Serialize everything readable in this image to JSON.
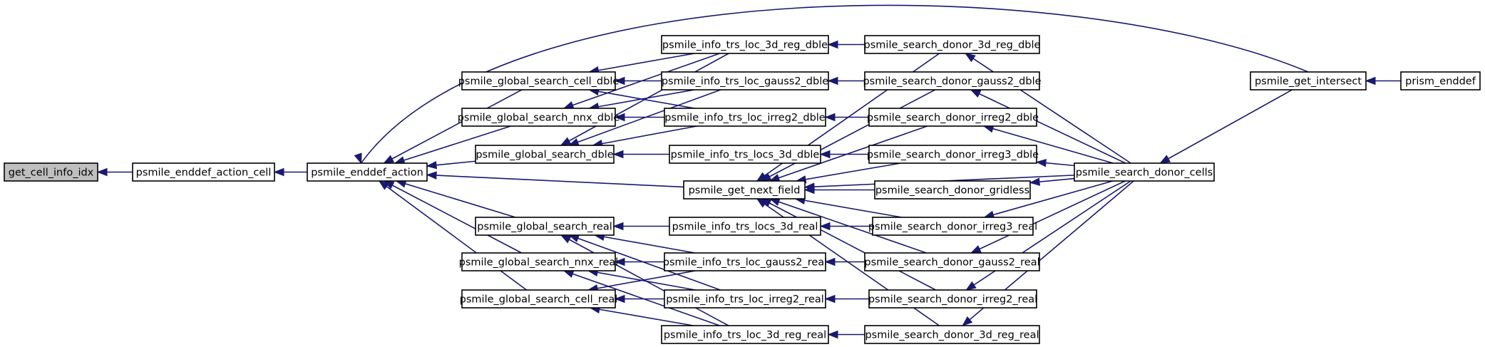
{
  "nodes": [
    {
      "id": "get_cell_info_idx",
      "label": "get_cell_info_idx",
      "focus": true
    },
    {
      "id": "psmile_enddef_action_cell",
      "label": "psmile_enddef_action_cell"
    },
    {
      "id": "psmile_enddef_action",
      "label": "psmile_enddef_action"
    },
    {
      "id": "psmile_global_search_cell_dble",
      "label": "psmile_global_search_cell_dble"
    },
    {
      "id": "psmile_global_search_nnx_dble",
      "label": "psmile_global_search_nnx_dble"
    },
    {
      "id": "psmile_global_search_dble",
      "label": "psmile_global_search_dble"
    },
    {
      "id": "psmile_global_search_real",
      "label": "psmile_global_search_real"
    },
    {
      "id": "psmile_global_search_nnx_real",
      "label": "psmile_global_search_nnx_real"
    },
    {
      "id": "psmile_global_search_cell_real",
      "label": "psmile_global_search_cell_real"
    },
    {
      "id": "psmile_info_trs_loc_3d_reg_dble",
      "label": "psmile_info_trs_loc_3d_reg_dble"
    },
    {
      "id": "psmile_info_trs_loc_gauss2_dble",
      "label": "psmile_info_trs_loc_gauss2_dble"
    },
    {
      "id": "psmile_info_trs_loc_irreg2_dble",
      "label": "psmile_info_trs_loc_irreg2_dble"
    },
    {
      "id": "psmile_info_trs_locs_3d_dble",
      "label": "psmile_info_trs_locs_3d_dble"
    },
    {
      "id": "psmile_get_next_field",
      "label": "psmile_get_next_field"
    },
    {
      "id": "psmile_info_trs_locs_3d_real",
      "label": "psmile_info_trs_locs_3d_real"
    },
    {
      "id": "psmile_info_trs_loc_gauss2_real",
      "label": "psmile_info_trs_loc_gauss2_real"
    },
    {
      "id": "psmile_info_trs_loc_irreg2_real",
      "label": "psmile_info_trs_loc_irreg2_real"
    },
    {
      "id": "psmile_info_trs_loc_3d_reg_real",
      "label": "psmile_info_trs_loc_3d_reg_real"
    },
    {
      "id": "psmile_search_donor_3d_reg_dble",
      "label": "psmile_search_donor_3d_reg_dble"
    },
    {
      "id": "psmile_search_donor_gauss2_dble",
      "label": "psmile_search_donor_gauss2_dble"
    },
    {
      "id": "psmile_search_donor_irreg2_dble",
      "label": "psmile_search_donor_irreg2_dble"
    },
    {
      "id": "psmile_search_donor_irreg3_dble",
      "label": "psmile_search_donor_irreg3_dble"
    },
    {
      "id": "psmile_search_donor_gridless",
      "label": "psmile_search_donor_gridless"
    },
    {
      "id": "psmile_search_donor_irreg3_real",
      "label": "psmile_search_donor_irreg3_real"
    },
    {
      "id": "psmile_search_donor_gauss2_real",
      "label": "psmile_search_donor_gauss2_real"
    },
    {
      "id": "psmile_search_donor_irreg2_real",
      "label": "psmile_search_donor_irreg2_real"
    },
    {
      "id": "psmile_search_donor_3d_reg_real",
      "label": "psmile_search_donor_3d_reg_real"
    },
    {
      "id": "psmile_search_donor_cells",
      "label": "psmile_search_donor_cells"
    },
    {
      "id": "psmile_get_intersect",
      "label": "psmile_get_intersect"
    },
    {
      "id": "prism_enddef",
      "label": "prism_enddef"
    }
  ],
  "edges": [
    {
      "from": "psmile_enddef_action_cell",
      "to": "get_cell_info_idx"
    },
    {
      "from": "psmile_enddef_action",
      "to": "psmile_enddef_action_cell"
    },
    {
      "from": "psmile_global_search_cell_dble",
      "to": "psmile_enddef_action"
    },
    {
      "from": "psmile_global_search_nnx_dble",
      "to": "psmile_enddef_action"
    },
    {
      "from": "psmile_global_search_dble",
      "to": "psmile_enddef_action"
    },
    {
      "from": "psmile_global_search_real",
      "to": "psmile_enddef_action"
    },
    {
      "from": "psmile_global_search_nnx_real",
      "to": "psmile_enddef_action"
    },
    {
      "from": "psmile_global_search_cell_real",
      "to": "psmile_enddef_action"
    },
    {
      "from": "psmile_get_next_field",
      "to": "psmile_enddef_action"
    },
    {
      "from": "psmile_get_intersect",
      "to": "psmile_enddef_action"
    },
    {
      "from": "psmile_info_trs_loc_3d_reg_dble",
      "to": "psmile_global_search_cell_dble"
    },
    {
      "from": "psmile_info_trs_loc_gauss2_dble",
      "to": "psmile_global_search_cell_dble"
    },
    {
      "from": "psmile_info_trs_loc_irreg2_dble",
      "to": "psmile_global_search_cell_dble"
    },
    {
      "from": "psmile_info_trs_loc_3d_reg_dble",
      "to": "psmile_global_search_nnx_dble"
    },
    {
      "from": "psmile_info_trs_loc_gauss2_dble",
      "to": "psmile_global_search_nnx_dble"
    },
    {
      "from": "psmile_info_trs_loc_irreg2_dble",
      "to": "psmile_global_search_nnx_dble"
    },
    {
      "from": "psmile_info_trs_loc_3d_reg_dble",
      "to": "psmile_global_search_dble"
    },
    {
      "from": "psmile_info_trs_loc_gauss2_dble",
      "to": "psmile_global_search_dble"
    },
    {
      "from": "psmile_info_trs_loc_irreg2_dble",
      "to": "psmile_global_search_dble"
    },
    {
      "from": "psmile_info_trs_locs_3d_dble",
      "to": "psmile_global_search_dble"
    },
    {
      "from": "psmile_info_trs_locs_3d_real",
      "to": "psmile_global_search_real"
    },
    {
      "from": "psmile_info_trs_loc_gauss2_real",
      "to": "psmile_global_search_real"
    },
    {
      "from": "psmile_info_trs_loc_irreg2_real",
      "to": "psmile_global_search_real"
    },
    {
      "from": "psmile_info_trs_loc_3d_reg_real",
      "to": "psmile_global_search_real"
    },
    {
      "from": "psmile_info_trs_loc_gauss2_real",
      "to": "psmile_global_search_nnx_real"
    },
    {
      "from": "psmile_info_trs_loc_irreg2_real",
      "to": "psmile_global_search_nnx_real"
    },
    {
      "from": "psmile_info_trs_loc_3d_reg_real",
      "to": "psmile_global_search_nnx_real"
    },
    {
      "from": "psmile_info_trs_loc_gauss2_real",
      "to": "psmile_global_search_cell_real"
    },
    {
      "from": "psmile_info_trs_loc_irreg2_real",
      "to": "psmile_global_search_cell_real"
    },
    {
      "from": "psmile_info_trs_loc_3d_reg_real",
      "to": "psmile_global_search_cell_real"
    },
    {
      "from": "psmile_search_donor_3d_reg_dble",
      "to": "psmile_info_trs_loc_3d_reg_dble"
    },
    {
      "from": "psmile_search_donor_gauss2_dble",
      "to": "psmile_info_trs_loc_gauss2_dble"
    },
    {
      "from": "psmile_search_donor_irreg2_dble",
      "to": "psmile_info_trs_loc_irreg2_dble"
    },
    {
      "from": "psmile_search_donor_irreg3_dble",
      "to": "psmile_info_trs_locs_3d_dble"
    },
    {
      "from": "psmile_search_donor_irreg3_real",
      "to": "psmile_info_trs_locs_3d_real"
    },
    {
      "from": "psmile_search_donor_gauss2_real",
      "to": "psmile_info_trs_loc_gauss2_real"
    },
    {
      "from": "psmile_search_donor_irreg2_real",
      "to": "psmile_info_trs_loc_irreg2_real"
    },
    {
      "from": "psmile_search_donor_3d_reg_real",
      "to": "psmile_info_trs_loc_3d_reg_real"
    },
    {
      "from": "psmile_search_donor_3d_reg_dble",
      "to": "psmile_get_next_field"
    },
    {
      "from": "psmile_search_donor_gauss2_dble",
      "to": "psmile_get_next_field"
    },
    {
      "from": "psmile_search_donor_irreg2_dble",
      "to": "psmile_get_next_field"
    },
    {
      "from": "psmile_search_donor_irreg3_dble",
      "to": "psmile_get_next_field"
    },
    {
      "from": "psmile_search_donor_gridless",
      "to": "psmile_get_next_field"
    },
    {
      "from": "psmile_search_donor_irreg3_real",
      "to": "psmile_get_next_field"
    },
    {
      "from": "psmile_search_donor_gauss2_real",
      "to": "psmile_get_next_field"
    },
    {
      "from": "psmile_search_donor_irreg2_real",
      "to": "psmile_get_next_field"
    },
    {
      "from": "psmile_search_donor_3d_reg_real",
      "to": "psmile_get_next_field"
    },
    {
      "from": "psmile_search_donor_cells",
      "to": "psmile_get_next_field"
    },
    {
      "from": "psmile_search_donor_cells",
      "to": "psmile_search_donor_3d_reg_dble"
    },
    {
      "from": "psmile_search_donor_cells",
      "to": "psmile_search_donor_gauss2_dble"
    },
    {
      "from": "psmile_search_donor_cells",
      "to": "psmile_search_donor_irreg2_dble"
    },
    {
      "from": "psmile_search_donor_cells",
      "to": "psmile_search_donor_irreg3_dble"
    },
    {
      "from": "psmile_search_donor_cells",
      "to": "psmile_search_donor_gridless"
    },
    {
      "from": "psmile_search_donor_cells",
      "to": "psmile_search_donor_irreg3_real"
    },
    {
      "from": "psmile_search_donor_cells",
      "to": "psmile_search_donor_gauss2_real"
    },
    {
      "from": "psmile_search_donor_cells",
      "to": "psmile_search_donor_irreg2_real"
    },
    {
      "from": "psmile_search_donor_cells",
      "to": "psmile_search_donor_3d_reg_real"
    },
    {
      "from": "psmile_get_intersect",
      "to": "psmile_search_donor_cells"
    },
    {
      "from": "prism_enddef",
      "to": "psmile_get_intersect"
    }
  ]
}
